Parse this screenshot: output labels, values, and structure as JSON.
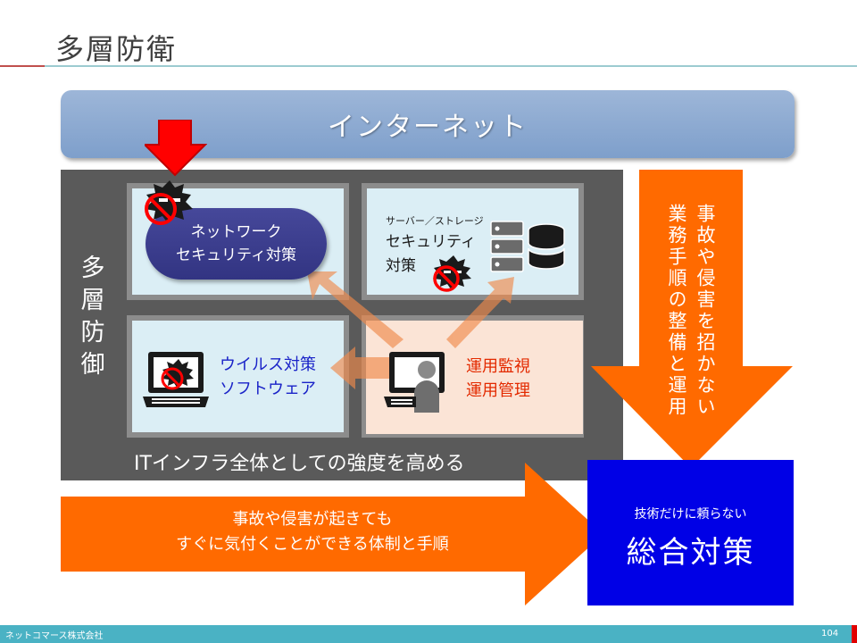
{
  "slide": {
    "title": "多層防衛",
    "internet_label": "インターネット",
    "side_label": "多層防御",
    "bottom_label": "ITインフラ全体としての強度を高める",
    "network_label_1": "ネットワーク",
    "network_label_2": "セキュリティ対策",
    "server_label_small": "サーバー／ストレージ",
    "server_label_1": "セキュリティ",
    "server_label_2": "対策",
    "virus_label_1": "ウイルス対策",
    "virus_label_2": "ソフトウェア",
    "ops_label_1": "運用監視",
    "ops_label_2": "運用管理",
    "down_arrow_col1": "事故や侵害を招かない",
    "down_arrow_col2": "業務手順の整備と運用",
    "right_arrow_line1": "事故や侵害が起きても",
    "right_arrow_line2": "すぐに気付くことができる体制と手順",
    "result_sub": "技術だけに頼らない",
    "result_main": "総合対策"
  },
  "footer": {
    "company": "ネットコマース株式会社",
    "page_number": "104"
  },
  "colors": {
    "accent_orange": "#ff6a00",
    "result_blue": "#0000e6",
    "panel_gray": "#5a5a5a",
    "internet_blue": "#8eabd2",
    "footer_teal": "#4ab2c4"
  }
}
